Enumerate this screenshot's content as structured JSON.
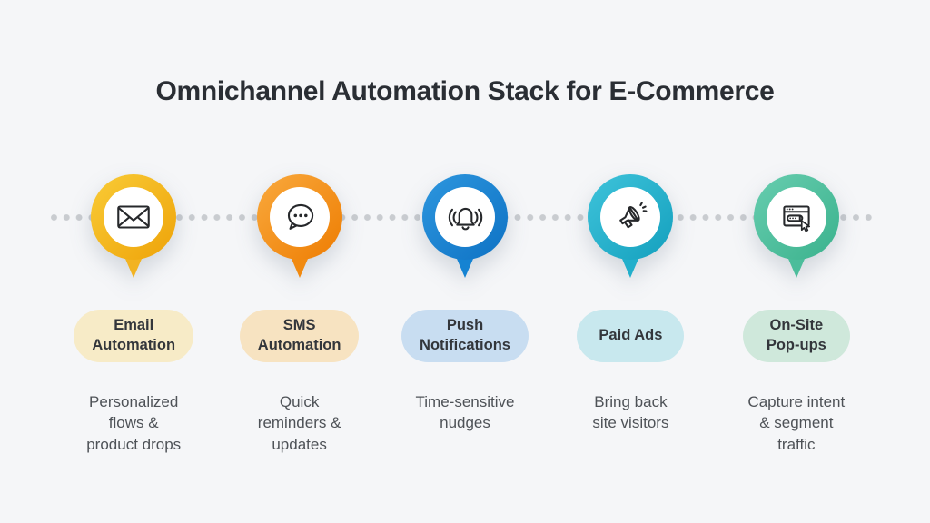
{
  "title": "Omnichannel Automation Stack for E-Commerce",
  "colors": {
    "background": "#F5F6F8",
    "title_text": "#2A2E34",
    "dot": "#C9CCD0",
    "pill_text": "#33363B",
    "description_text": "#4E5257",
    "icon_stroke": "#26282B"
  },
  "items": [
    {
      "label": "Email\nAutomation",
      "description": "Personalized\nflows &\nproduct drops",
      "icon": "envelope-icon",
      "pin": {
        "gradient_start": "#F9CB36",
        "gradient_end": "#EEA309",
        "tail": "#F2B322"
      },
      "label_bg": "#F7EBC7"
    },
    {
      "label": "SMS\nAutomation",
      "description": "Quick\nreminders &\nupdates",
      "icon": "chat-bubble-icon",
      "pin": {
        "gradient_start": "#F9A93D",
        "gradient_end": "#EE7D02",
        "tail": "#F18A10"
      },
      "label_bg": "#F7E3C1"
    },
    {
      "label": "Push\nNotifications",
      "description": "Time-sensitive\nnudges",
      "icon": "bell-icon",
      "pin": {
        "gradient_start": "#2D96DE",
        "gradient_end": "#0E72C4",
        "tail": "#1583D2"
      },
      "label_bg": "#C8DDF1"
    },
    {
      "label": "Paid Ads",
      "description": "Bring back\nsite visitors",
      "icon": "megaphone-icon",
      "pin": {
        "gradient_start": "#3EC3DA",
        "gradient_end": "#14A0BE",
        "tail": "#22AFCB"
      },
      "label_bg": "#C8E8EE"
    },
    {
      "label": "On-Site\nPop-ups",
      "description": "Capture intent\n& segment\ntraffic",
      "icon": "browser-popup-icon",
      "pin": {
        "gradient_start": "#67CDAF",
        "gradient_end": "#3BB28D",
        "tail": "#4CBD9B"
      },
      "label_bg": "#CFE8DB"
    }
  ]
}
